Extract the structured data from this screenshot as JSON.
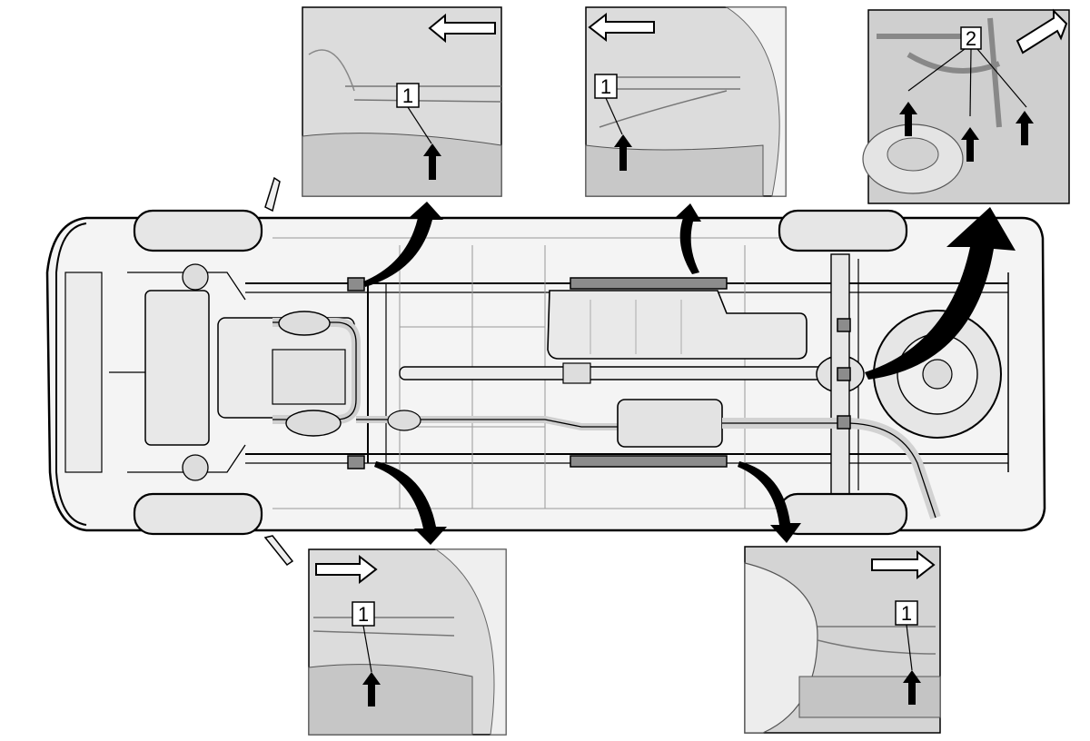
{
  "diagram": {
    "callouts": [
      {
        "id": "inset-top-left",
        "label": "1",
        "arrow_direction": "left"
      },
      {
        "id": "inset-top-middle",
        "label": "1",
        "arrow_direction": "left"
      },
      {
        "id": "inset-top-right",
        "label": "2",
        "arrow_direction": "right"
      },
      {
        "id": "inset-bottom-left",
        "label": "1",
        "arrow_direction": "right"
      },
      {
        "id": "inset-bottom-right",
        "label": "1",
        "arrow_direction": "right"
      }
    ],
    "colors": {
      "line": "#000000",
      "body_fill": "#f4f4f4",
      "tire_fill": "#e6e6e6",
      "marker_fill": "#8c8c8c",
      "inset_bg": "#dcdcdc"
    }
  }
}
